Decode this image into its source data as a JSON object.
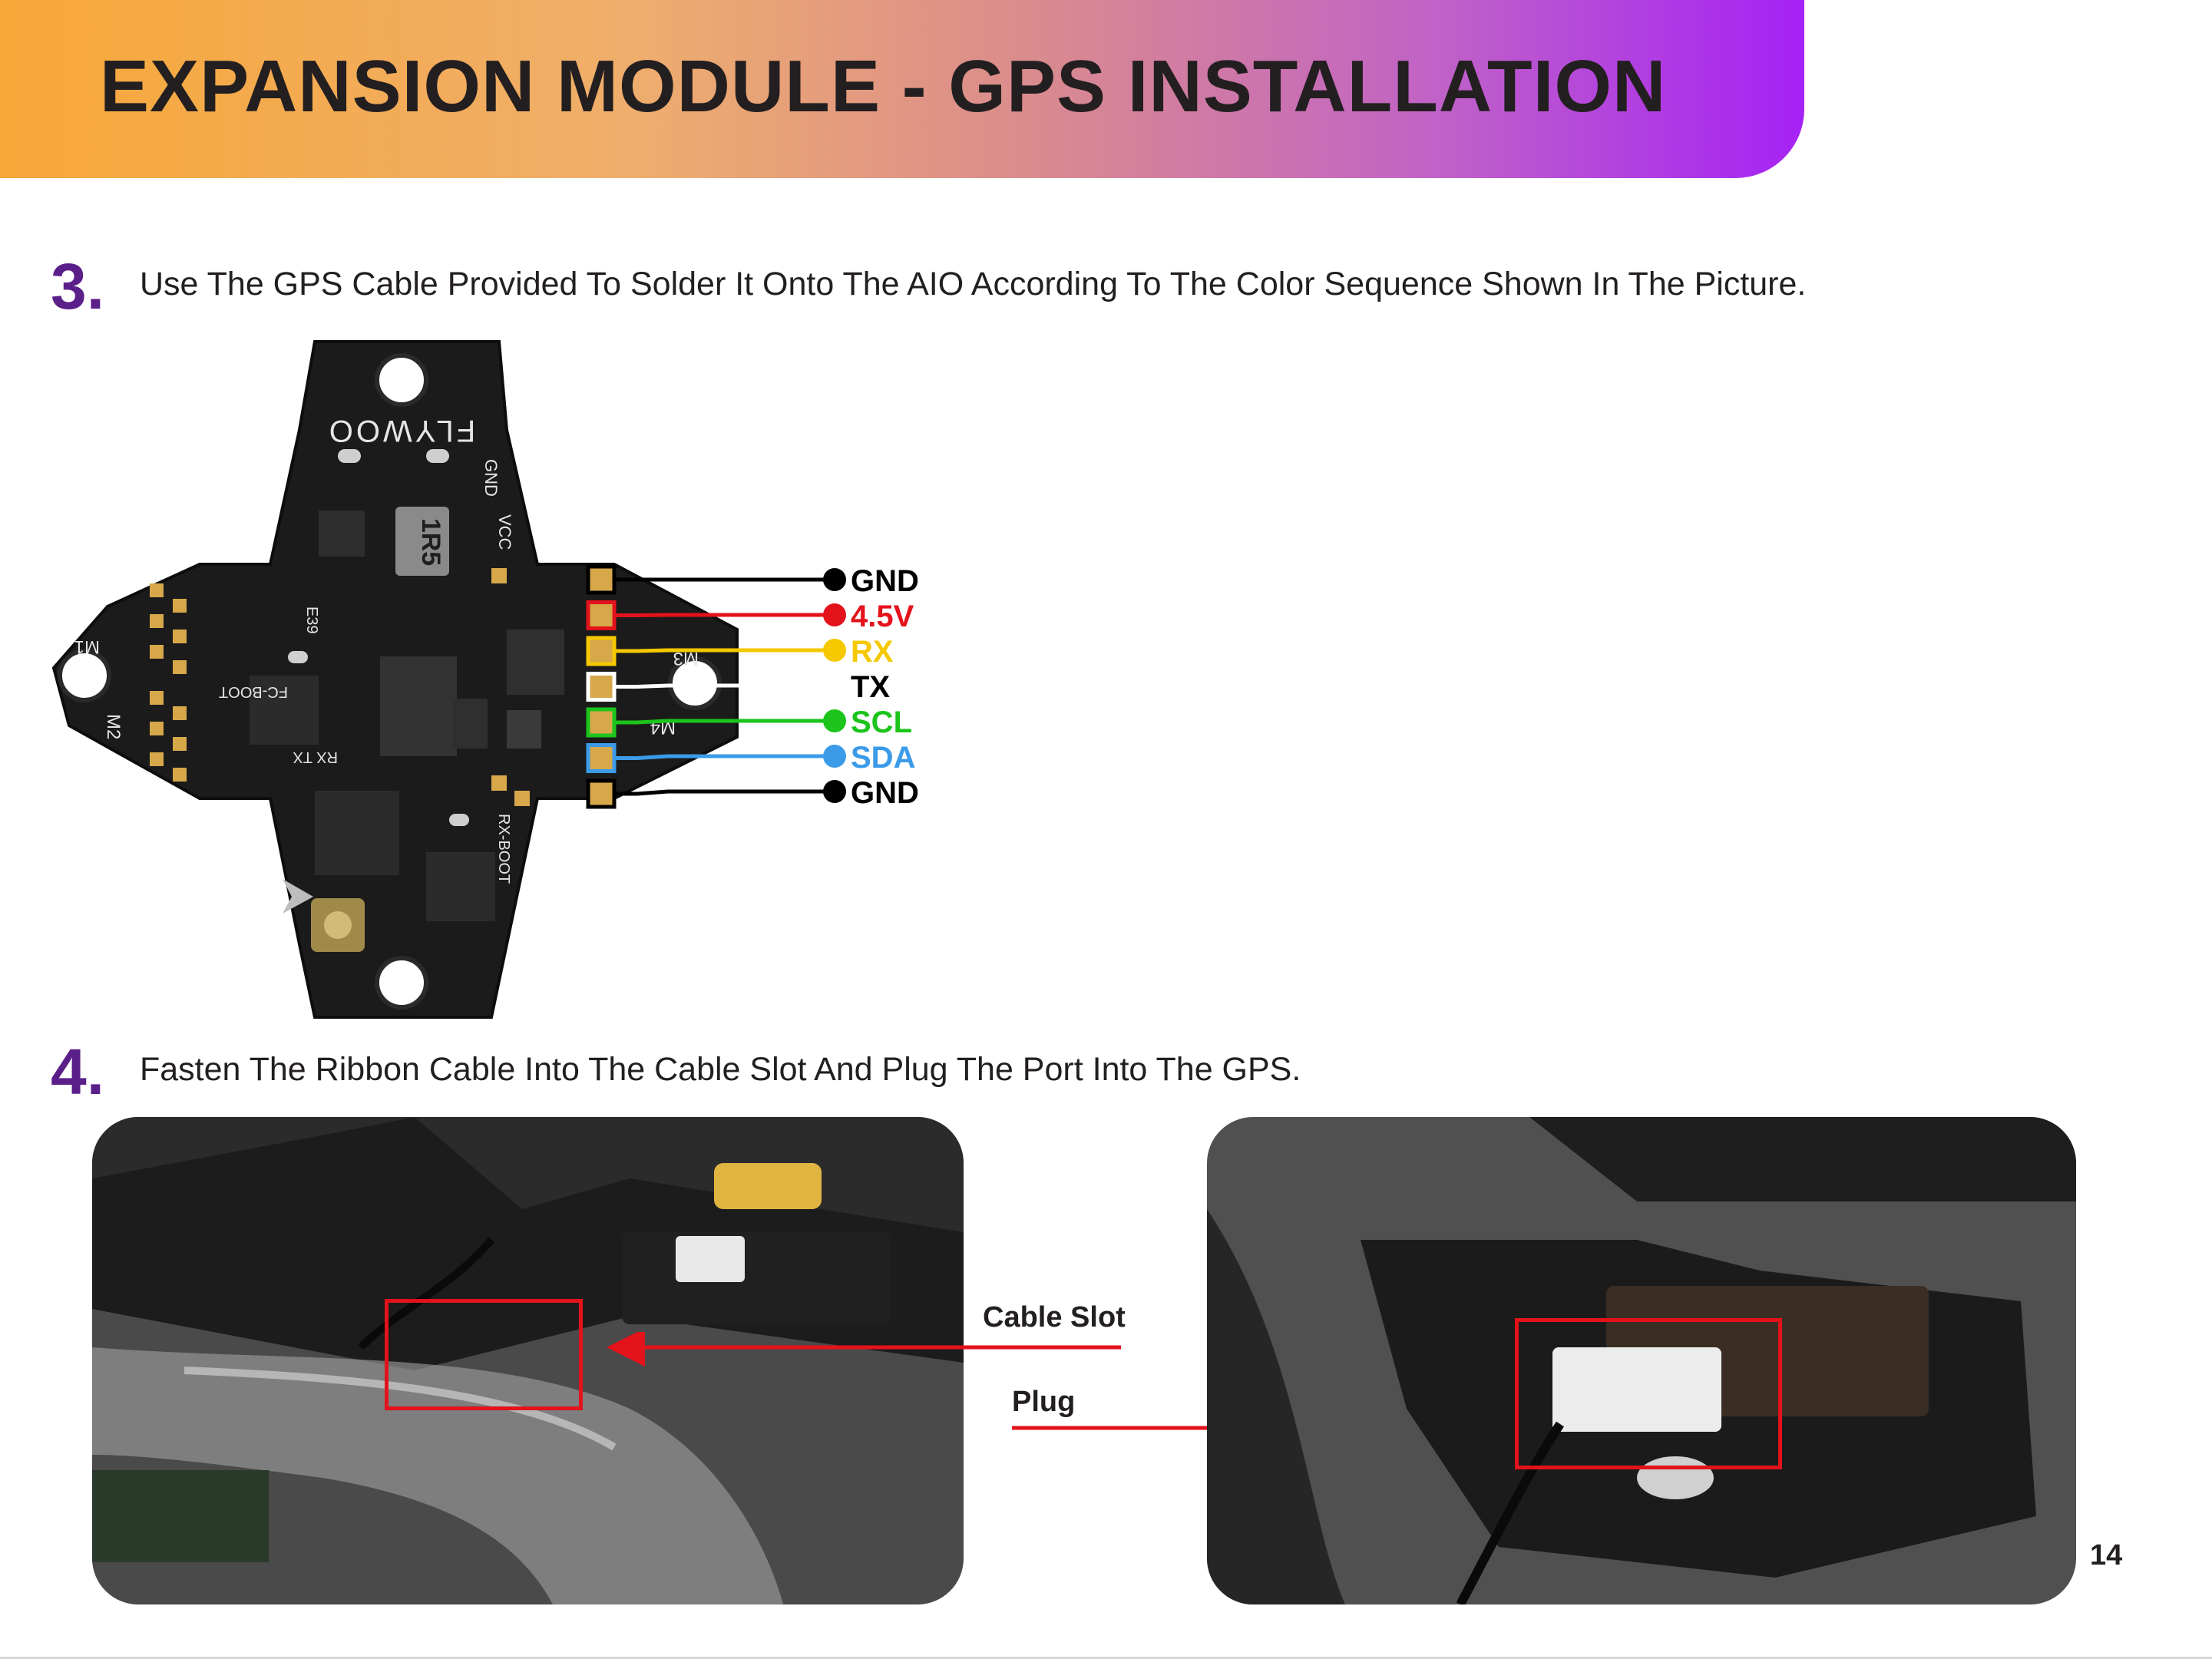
{
  "header": {
    "title": "EXPANSION MODULE - GPS INSTALLATION",
    "gradient_start": "#f8a838",
    "gradient_end": "#a522f5"
  },
  "steps": [
    {
      "number": "3.",
      "text": "Use The GPS Cable Provided To Solder It Onto The AIO According To The Color Sequence Shown In The Picture."
    },
    {
      "number": "4.",
      "text": "Fasten The Ribbon Cable Into The Cable Slot And Plug The Port Into The GPS."
    }
  ],
  "board": {
    "brand": "FLYWOO",
    "chip_label": "1R5",
    "silkscreen": [
      "GND",
      "VCC",
      "M1",
      "M2",
      "M3",
      "M4",
      "FC-BOOT",
      "RX-BOOT",
      "RX TX",
      "E39"
    ]
  },
  "wiring": [
    {
      "label": "GND",
      "color": "#000000"
    },
    {
      "label": "4.5V",
      "color": "#e3121b"
    },
    {
      "label": "RX",
      "color": "#f5c800"
    },
    {
      "label": "TX",
      "color": "#000000"
    },
    {
      "label": "SCL",
      "color": "#1cc41c"
    },
    {
      "label": "SDA",
      "color": "#3b9be8"
    },
    {
      "label": "GND",
      "color": "#000000"
    }
  ],
  "callouts": {
    "cable_slot": "Cable Slot",
    "plug": "Plug",
    "highlight_color": "#e3121b"
  },
  "page_number": "14"
}
